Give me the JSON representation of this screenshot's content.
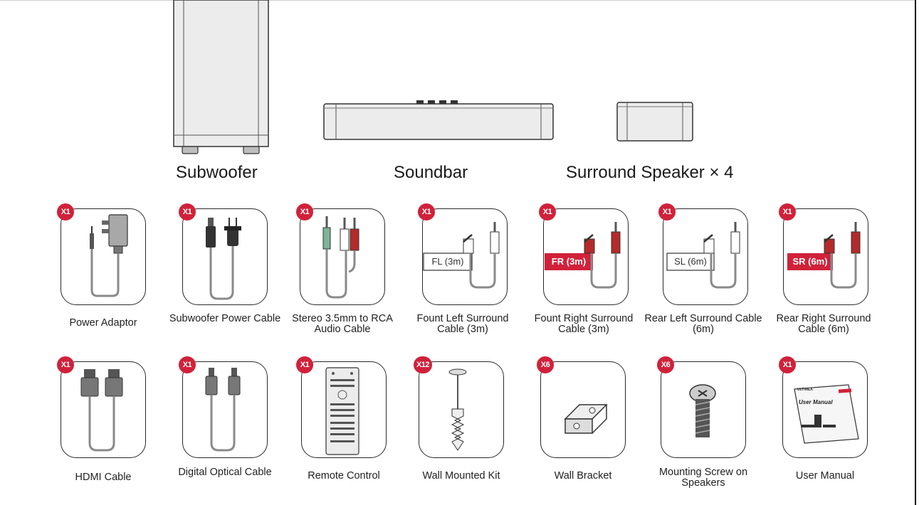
{
  "speakers": {
    "subwoofer": "Subwoofer",
    "soundbar": "Soundbar",
    "surround": "Surround Speaker × 4"
  },
  "row1": [
    {
      "badge": "X1",
      "label": "Power Adaptor"
    },
    {
      "badge": "X1",
      "label": "Subwoofer Power Cable"
    },
    {
      "badge": "X1",
      "label": "Stereo 3.5mm to RCA Audio Cable"
    },
    {
      "badge": "X1",
      "label": "Fount Left Surround Cable (3m)",
      "tag": "FL (3m)"
    },
    {
      "badge": "X1",
      "label": "Fount Right Surround Cable (3m)",
      "tag": "FR (3m)"
    },
    {
      "badge": "X1",
      "label": "Rear Left Surround Cable (6m)",
      "tag": "SL (6m)"
    },
    {
      "badge": "X1",
      "label": "Rear Right Surround Cable (6m)",
      "tag": "SR (6m)"
    }
  ],
  "row2": [
    {
      "badge": "X1",
      "label": "HDMI Cable"
    },
    {
      "badge": "X1",
      "label": "Digital Optical Cable"
    },
    {
      "badge": "X1",
      "label": "Remote Control"
    },
    {
      "badge": "X12",
      "label": "Wall Mounted Kit"
    },
    {
      "badge": "X6",
      "label": "Wall Bracket"
    },
    {
      "badge": "X6",
      "label": "Mounting Screw on Speakers"
    },
    {
      "badge": "X1",
      "label": "User Manual"
    }
  ],
  "manual": {
    "brand": "ULTIMEA",
    "title": "User Manual"
  },
  "colors": {
    "badge": "#d1213a",
    "cable": "#8a8a8a",
    "red_plug": "#b52a2a",
    "outline": "#2a2a2a"
  }
}
